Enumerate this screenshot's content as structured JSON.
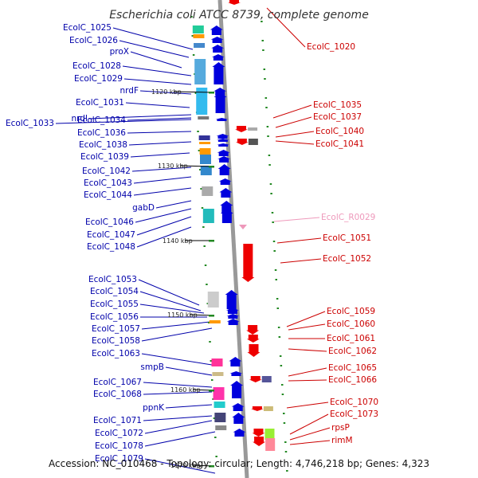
{
  "title": "Escherichia coli ATCC 8739, complete genome",
  "footer": "Accession: NC_010468 - Topology: circular; Length: 4,746,218 bp; Genes: 4,323",
  "colors": {
    "left_label": "#0000aa",
    "right_label": "#cc0000",
    "rna_label": "#ee99bb",
    "forward_gene": "#0000dd",
    "reverse_gene": "#ee0000",
    "backbone": "#999999",
    "tick_mark": "#228822"
  },
  "ticks": [
    {
      "label": "1120 kbp"
    },
    {
      "label": "1130 kbp"
    },
    {
      "label": "1140 kbp"
    },
    {
      "label": "1150 kbp"
    },
    {
      "label": "1160 kbp"
    },
    {
      "label": "1170 kbp"
    }
  ],
  "left_labels": [
    {
      "text": "EcolC_1025"
    },
    {
      "text": "EcolC_1026"
    },
    {
      "text": "proX"
    },
    {
      "text": "EcolC_1028"
    },
    {
      "text": "EcolC_1029"
    },
    {
      "text": "nrdF"
    },
    {
      "text": "EcolC_1031"
    },
    {
      "text": "nrdI"
    },
    {
      "text": "EcolC_1033"
    },
    {
      "text": "EcolC_1034"
    },
    {
      "text": "EcolC_1036"
    },
    {
      "text": "EcolC_1038"
    },
    {
      "text": "EcolC_1039"
    },
    {
      "text": "EcolC_1042"
    },
    {
      "text": "EcolC_1043"
    },
    {
      "text": "EcolC_1044"
    },
    {
      "text": "gabD"
    },
    {
      "text": "EcolC_1046"
    },
    {
      "text": "EcolC_1047"
    },
    {
      "text": "EcolC_1048"
    },
    {
      "text": "EcolC_1053"
    },
    {
      "text": "EcolC_1054"
    },
    {
      "text": "EcolC_1055"
    },
    {
      "text": "EcolC_1056"
    },
    {
      "text": "EcolC_1057"
    },
    {
      "text": "EcolC_1058"
    },
    {
      "text": "EcolC_1063"
    },
    {
      "text": "smpB"
    },
    {
      "text": "EcolC_1067"
    },
    {
      "text": "EcolC_1068"
    },
    {
      "text": "ppnK"
    },
    {
      "text": "EcolC_1071"
    },
    {
      "text": "EcolC_1072"
    },
    {
      "text": "EcolC_1078"
    },
    {
      "text": "EcolC_1079"
    }
  ],
  "right_labels": [
    {
      "text": "EcolC_1020"
    },
    {
      "text": "EcolC_1035"
    },
    {
      "text": "EcolC_1037"
    },
    {
      "text": "EcolC_1040"
    },
    {
      "text": "EcolC_1041"
    },
    {
      "text": "EcolC_R0029",
      "rna": true
    },
    {
      "text": "EcolC_1051"
    },
    {
      "text": "EcolC_1052"
    },
    {
      "text": "EcolC_1059"
    },
    {
      "text": "EcolC_1060"
    },
    {
      "text": "EcolC_1061"
    },
    {
      "text": "EcolC_1062"
    },
    {
      "text": "EcolC_1065"
    },
    {
      "text": "EcolC_1066"
    },
    {
      "text": "EcolC_1070"
    },
    {
      "text": "EcolC_1073"
    },
    {
      "text": "rpsP"
    },
    {
      "text": "rimM"
    }
  ]
}
